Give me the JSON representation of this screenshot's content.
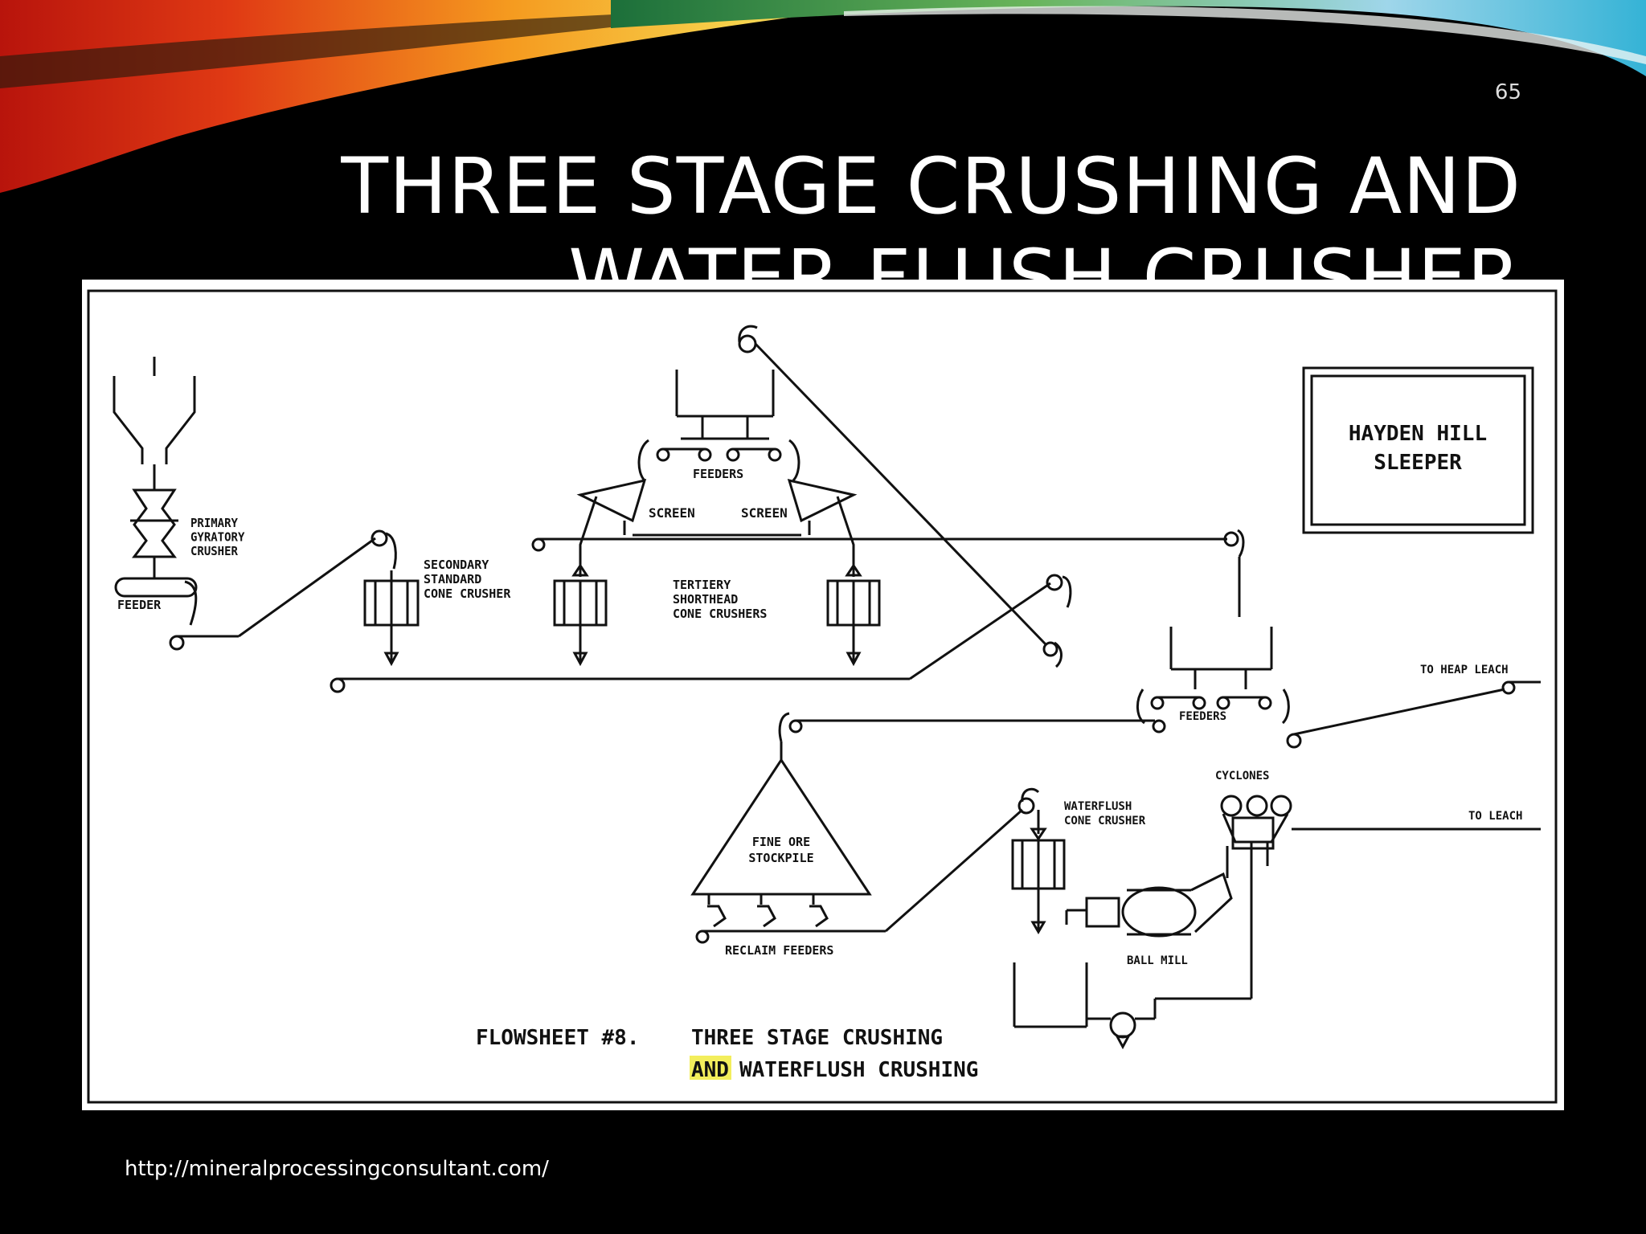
{
  "slide": {
    "number": "65",
    "title": "THREE STAGE CRUSHING AND WATER FLUSH CRUSHER",
    "footer_url": "http://mineralprocessingconsultant.com/"
  },
  "colors": {
    "background": "#000000",
    "swoosh_red": "#d8261a",
    "swoosh_orange": "#f39a1e",
    "swoosh_yellow": "#f3d54a",
    "swoosh_cyan": "#3fb9d8",
    "highlight": "#f3ee5c"
  },
  "flowsheet": {
    "labels": {
      "primary_gyratory_crusher": "PRIMARY GYRATORY CRUSHER",
      "feeder": "FEEDER",
      "secondary_cone_crusher": "SECONDARY STANDARD CONE CRUSHER",
      "feeders_top": "FEEDERS",
      "screen_left": "SCREEN",
      "screen_right": "SCREEN",
      "tertiary_crushers": "TERTIERY SHORTHEAD CONE CRUSHERS",
      "hayden_hill": "HAYDEN HILL SLEEPER",
      "to_heap_leach": "TO HEAP LEACH",
      "feeders_right": "FEEDERS",
      "cyclones": "CYCLONES",
      "to_leach": "TO LEACH",
      "fine_ore_stockpile": "FINE ORE STOCKPILE",
      "waterflush_cone_crusher": "WATERFLUSH CONE CRUSHER",
      "reclaim_feeders": "RECLAIM FEEDERS",
      "ball_mill": "BALL MILL",
      "flowsheet_no": "FLOWSHEET #8.",
      "caption_line1": "THREE STAGE CRUSHING",
      "caption_and": "AND",
      "caption_line2_rest": "WATERFLUSH CRUSHING"
    }
  }
}
